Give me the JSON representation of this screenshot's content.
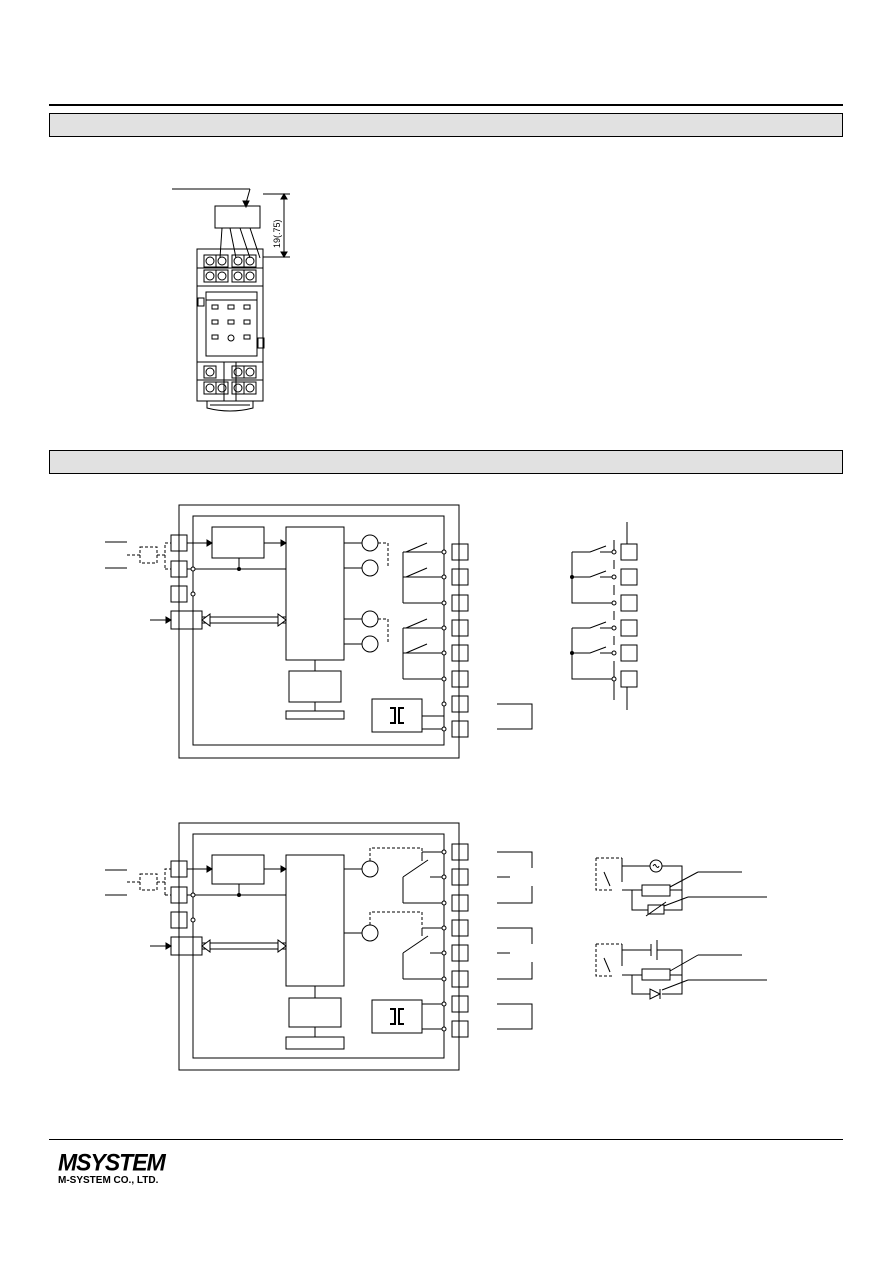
{
  "header_sections": [
    {
      "title": ""
    },
    {
      "title": ""
    }
  ],
  "socket_drawing": {
    "dimension_label": "19(.75)"
  },
  "footer": {
    "logo_mark": "MSYSTEM",
    "company": "M-SYSTEM CO., LTD."
  }
}
